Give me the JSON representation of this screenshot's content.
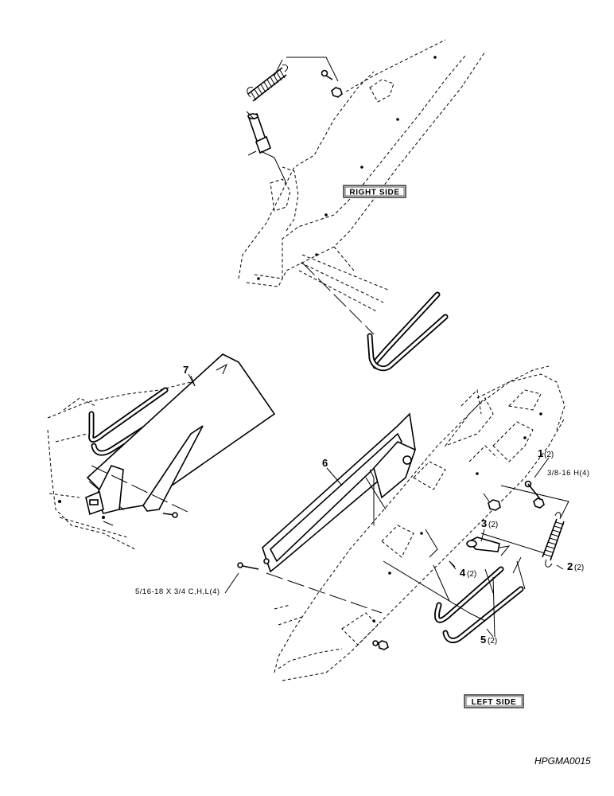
{
  "labels": {
    "right_side": "RIGHT SIDE",
    "left_side": "LEFT SIDE"
  },
  "callouts": [
    {
      "num": "1",
      "qty": "(2)"
    },
    {
      "num": "2",
      "qty": "(2)"
    },
    {
      "num": "3",
      "qty": "(2)"
    },
    {
      "num": "4",
      "qty": "(2)"
    },
    {
      "num": "5",
      "qty": "(2)"
    },
    {
      "num": "6",
      "qty": ""
    },
    {
      "num": "7",
      "qty": ""
    }
  ],
  "hardware": {
    "bolt_spec": "5/16-18 X 3/4 C,H,L(4)",
    "nut_spec": "3/8-16 H(4)"
  },
  "figure_id": "HPGMA0015"
}
